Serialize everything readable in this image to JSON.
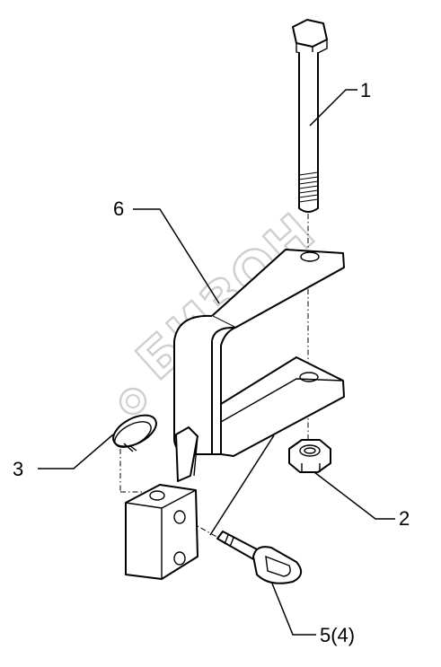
{
  "watermark": "БИЗОН",
  "callouts": [
    {
      "id": "1",
      "label": "1"
    },
    {
      "id": "2",
      "label": "2"
    },
    {
      "id": "3",
      "label": "3"
    },
    {
      "id": "5",
      "label": "5(4)"
    },
    {
      "id": "6",
      "label": "6"
    }
  ],
  "colors": {
    "line": "#000000",
    "background": "#ffffff",
    "watermark": "#cfcfcf"
  }
}
